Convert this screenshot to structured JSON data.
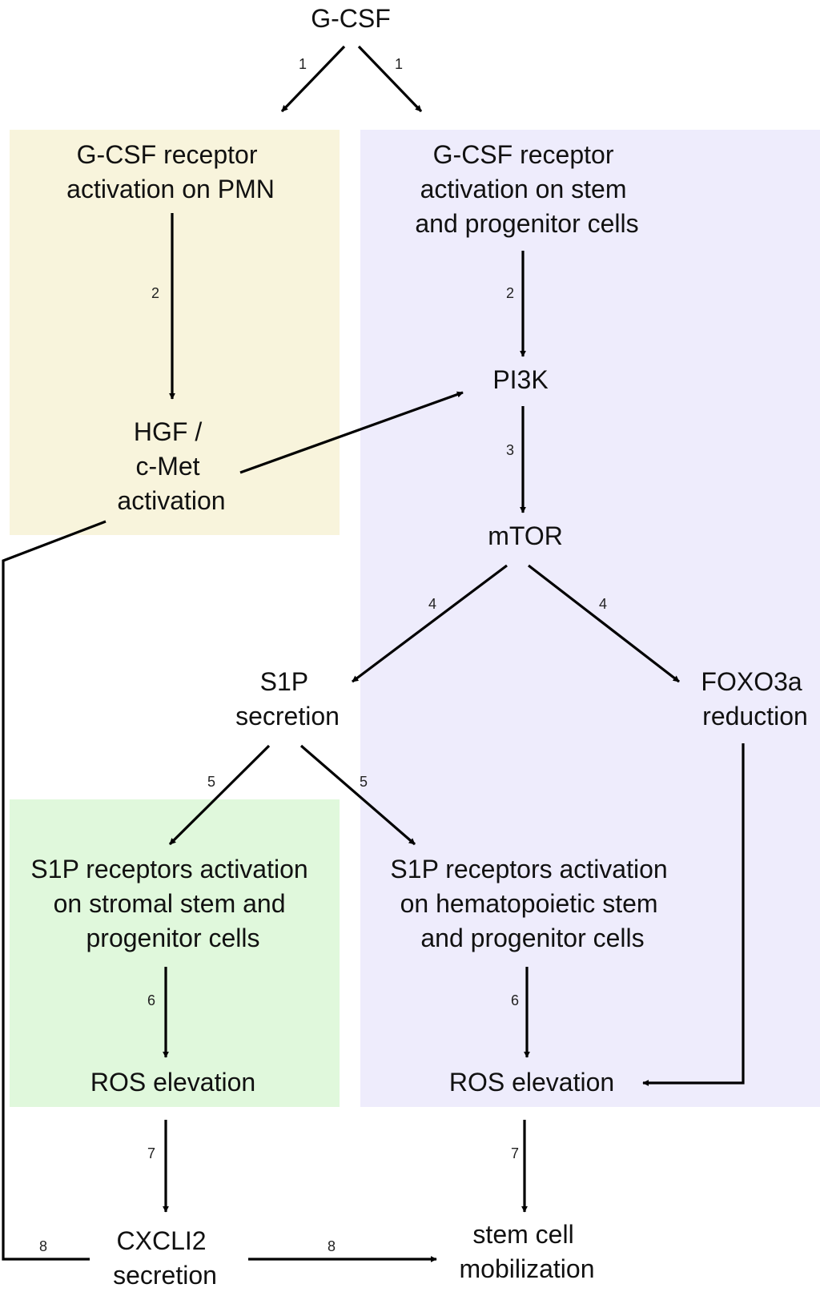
{
  "colors": {
    "pmn_region": "#f8f4dc",
    "stem_region": "#eeecfc",
    "stromal_region": "#e0f8dc",
    "text": "#111111",
    "edge": "#000000"
  },
  "nodes": {
    "gcsf": "G-CSF",
    "gcsf_pmn": [
      "G-CSF receptor",
      "activation on PMN"
    ],
    "gcsf_stem": [
      "G-CSF receptor",
      "activation on stem",
      "and progenitor cells"
    ],
    "pi3k": "PI3K",
    "hgf": [
      "HGF /",
      "c-Met",
      "activation"
    ],
    "mtor": "mTOR",
    "s1p": [
      "S1P",
      "secretion"
    ],
    "foxo": [
      "FOXO3a",
      "reduction"
    ],
    "s1p_stromal": [
      "S1P receptors activation",
      "on stromal stem and",
      "progenitor cells"
    ],
    "s1p_hema": [
      "S1P receptors activation",
      "on hematopoietic stem",
      "and progenitor cells"
    ],
    "ros_left": "ROS elevation",
    "ros_right": "ROS elevation",
    "cxcl": [
      "CXCLI2",
      "secretion"
    ],
    "mobil": [
      "stem cell",
      "mobilization"
    ]
  },
  "edge_labels": {
    "gcsf_to_pmn": "1",
    "gcsf_to_stem": "1",
    "pmn_to_hgf": "2",
    "stem_to_pi3k": "2",
    "pi3k_to_mtor": "3",
    "mtor_to_s1p": "4",
    "mtor_to_foxo": "4",
    "s1p_to_stromal": "5",
    "s1p_to_hema": "5",
    "stromal_to_ros": "6",
    "hema_to_ros": "6",
    "ros_to_cxcl": "7",
    "ros_to_mobil": "7",
    "hgf_to_cxcl": "8",
    "cxcl_to_mobil": "8"
  }
}
